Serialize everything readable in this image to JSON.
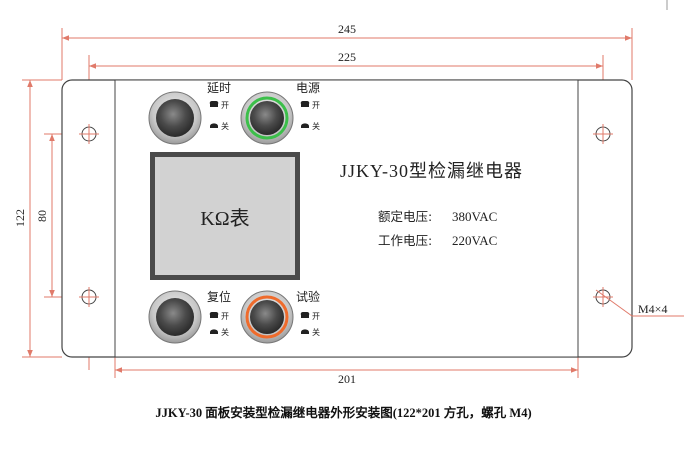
{
  "dimensions": {
    "overall_width": "245",
    "hole_spacing": "225",
    "cutout_width": "201",
    "overall_height": "122",
    "hole_vertical": "80",
    "screw_spec": "M4×4"
  },
  "panel": {
    "title": "JJKY-30型检漏继电器",
    "meter_label": "KΩ表",
    "rated_voltage_label": "额定电压:",
    "rated_voltage_value": "380VAC",
    "working_voltage_label": "工作电压:",
    "working_voltage_value": "220VAC",
    "buttons": {
      "delay": "延时",
      "power": "电源",
      "reset": "复位",
      "test": "试验"
    },
    "indicator_on": "开",
    "indicator_off": "关"
  },
  "caption": "JJKY-30 面板安装型检漏继电器外形安装图(122*201 方孔，螺孔 M4)",
  "colors": {
    "dimension_line": "#e07a6a",
    "power_ring": "#3cbf4a",
    "test_ring": "#ef6b2c",
    "meter_face": "#d2d2d2",
    "meter_frame": "#4a4a4a"
  }
}
